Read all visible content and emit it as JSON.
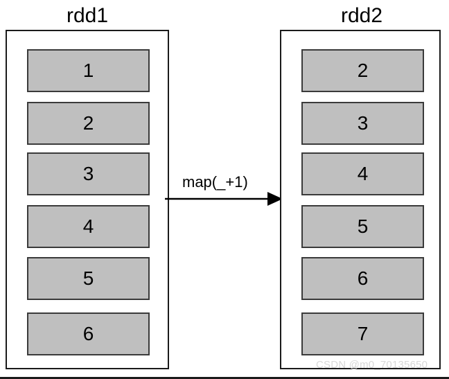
{
  "rdd1": {
    "title": "rdd1",
    "partitions": [
      "1",
      "2",
      "3",
      "4",
      "5",
      "6"
    ]
  },
  "rdd2": {
    "title": "rdd2",
    "partitions": [
      "2",
      "3",
      "4",
      "5",
      "6",
      "7"
    ]
  },
  "transformation": {
    "label": "map(_+1)"
  },
  "watermark": {
    "text": "CSDN @m0_70135650"
  },
  "colors": {
    "partition_fill": "#bfbfbf",
    "partition_border": "#3a3a3a",
    "container_border": "#1a1a1a",
    "arrow": "#000000"
  }
}
